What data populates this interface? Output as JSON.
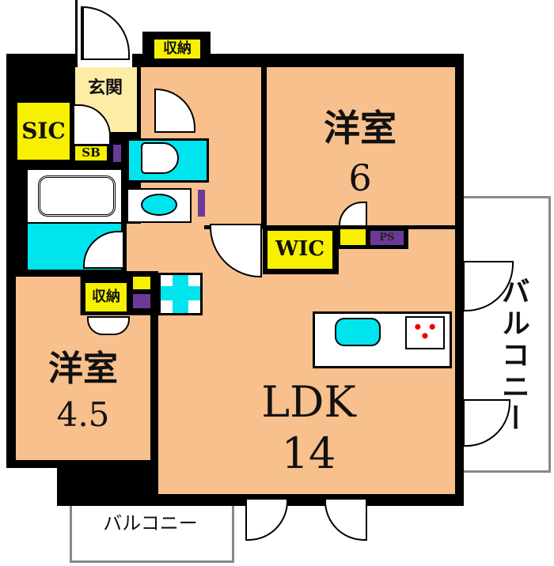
{
  "rooms": {
    "western_6": {
      "name": "洋室",
      "size": "6"
    },
    "western_45": {
      "name": "洋室",
      "size": "4.5"
    },
    "ldk": {
      "name": "LDK",
      "size": "14"
    },
    "entrance": "玄関",
    "sic": "SIC",
    "sb": "SB",
    "wic": "WIC",
    "ps": "PS",
    "storage_top": "収納",
    "storage_mid": "収納",
    "balcony_right": "バルコニー",
    "balcony_bottom": "バルコニー"
  },
  "colors": {
    "room": "#f8c08c",
    "storage": "#f7f000",
    "entrance": "#fdeca6",
    "water": "#00e4ee",
    "ps": "#6b3a96"
  }
}
